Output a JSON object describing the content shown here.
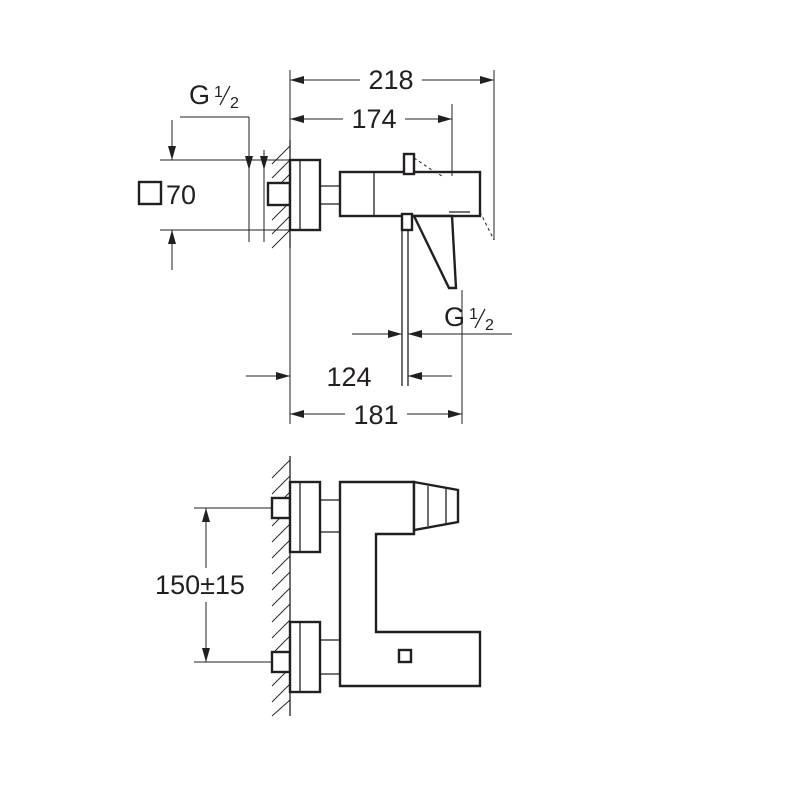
{
  "dimensions": {
    "overall_depth": "218",
    "lever_depth": "174",
    "rosette_size": "70",
    "wall_to_spout": "124",
    "spout_depth": "181",
    "inlet_centres": "150±15"
  },
  "threads": {
    "inlet": {
      "prefix": "G",
      "numerator": "1",
      "denominator": "2"
    },
    "outlet": {
      "prefix": "G",
      "numerator": "1",
      "denominator": "2"
    }
  },
  "symbols": {
    "square_size": "square-section-icon"
  }
}
